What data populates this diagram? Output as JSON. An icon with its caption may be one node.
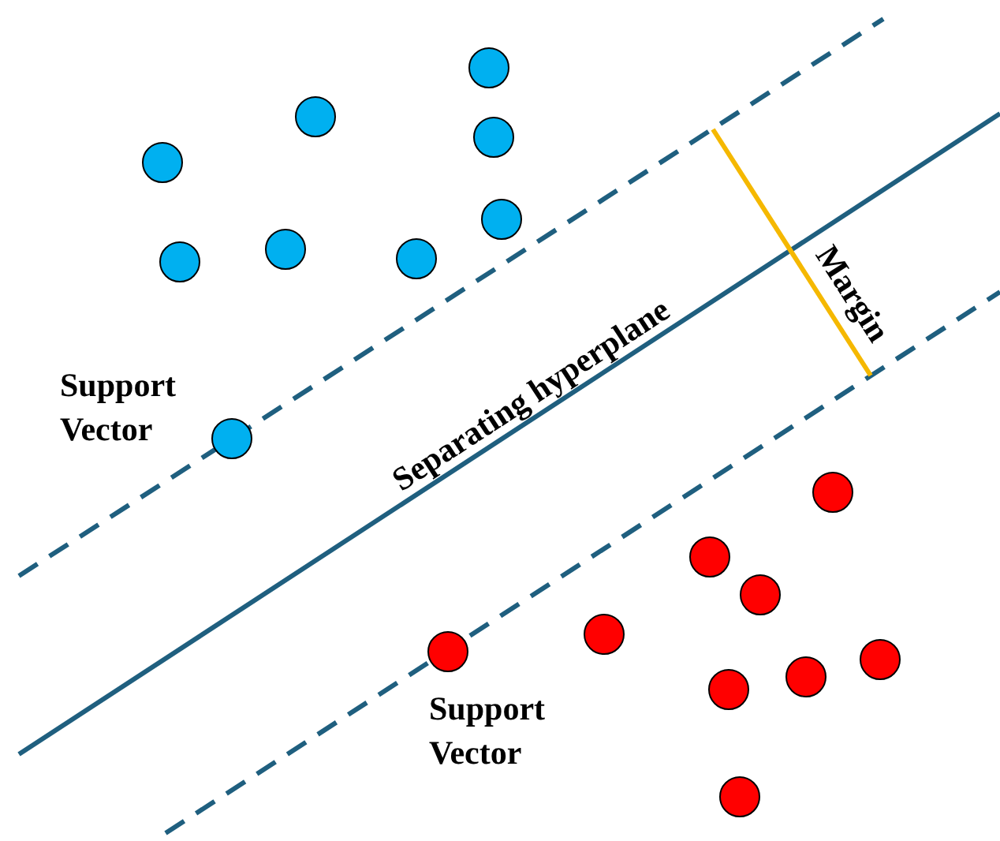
{
  "diagram": {
    "labels": [
      "Support Vector",
      "Separating hyperplane",
      "Margin",
      "Support Vector"
    ]
  }
}
